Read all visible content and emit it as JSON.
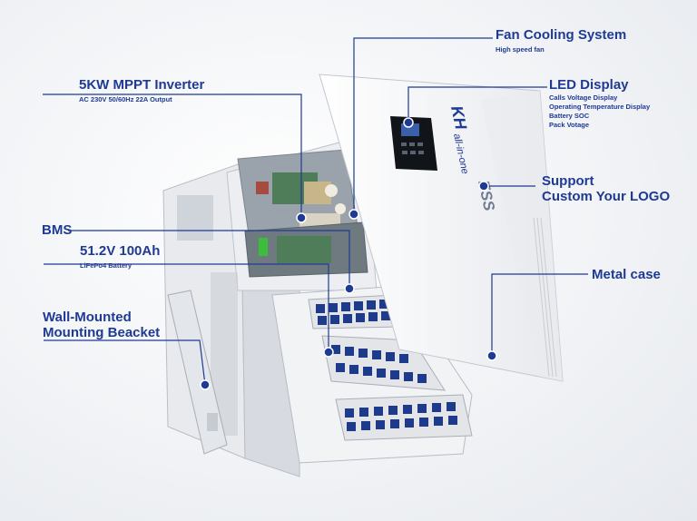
{
  "labels": {
    "fan": {
      "title": "Fan Cooling System",
      "sub": "High speed fan"
    },
    "led": {
      "title": "LED Display",
      "items": [
        "Calls Voltage Display",
        "Operating Temperature Display",
        "Battery SOC",
        "Pack Votage"
      ]
    },
    "logo": {
      "line1": "Support",
      "line2": "Custom Your LOGO"
    },
    "metal": {
      "title": "Metal case"
    },
    "inverter": {
      "title": "5KW MPPT Inverter",
      "sub": "AC 230V 50/60Hz 22A Output"
    },
    "bms": {
      "title": "BMS"
    },
    "battery": {
      "title": "51.2V 100Ah",
      "sub": "LiFePo4 Battery"
    },
    "bracket": {
      "line1": "Wall-Mounted",
      "line2": "Mounting Beacket"
    }
  },
  "panel_text": {
    "brand": "KH",
    "tagline": "all-in-one",
    "ess": "ESS"
  },
  "colors": {
    "accent": "#1f3a93",
    "case": "#f4f5f7",
    "cell": "#1e3a8a"
  }
}
